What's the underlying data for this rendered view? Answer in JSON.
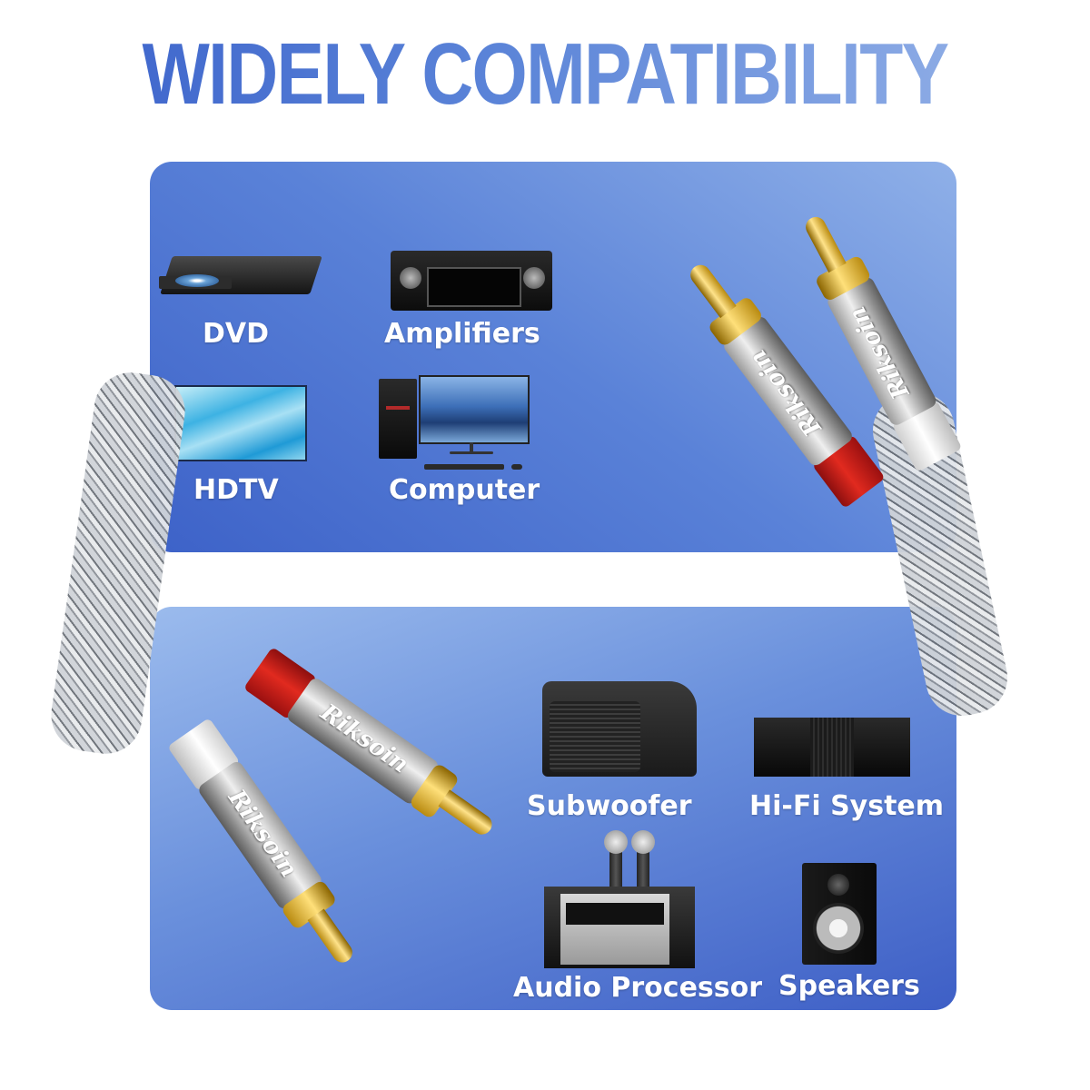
{
  "title": "WIDELY COMPATIBILITY",
  "colors": {
    "title_gradient_start": "#3f66cc",
    "title_gradient_end": "#90aee6",
    "panel_dark": "#3d62c8",
    "panel_light": "#8fb0e8",
    "label_text": "#ffffff",
    "collar_red": "#e12a1f",
    "gold": "#ffe07a"
  },
  "top_panel": {
    "devices": [
      {
        "label": "DVD",
        "icon": "dvd-player-icon"
      },
      {
        "label": "Amplifiers",
        "icon": "amplifier-icon"
      },
      {
        "label": "HDTV",
        "icon": "tv-icon"
      },
      {
        "label": "Computer",
        "icon": "desktop-computer-icon"
      }
    ]
  },
  "bottom_panel": {
    "devices": [
      {
        "label": "Subwoofer",
        "icon": "subwoofer-icon"
      },
      {
        "label": "Hi-Fi System",
        "icon": "hifi-system-icon"
      },
      {
        "label": "Audio Processor",
        "icon": "audio-processor-icon"
      },
      {
        "label": "Speakers",
        "icon": "speaker-icon"
      }
    ]
  },
  "product": {
    "brand": "Riksoin",
    "type": "RCA cable",
    "connectors": [
      {
        "collar": "white"
      },
      {
        "collar": "red"
      },
      {
        "collar": "red"
      },
      {
        "collar": "white"
      }
    ]
  }
}
